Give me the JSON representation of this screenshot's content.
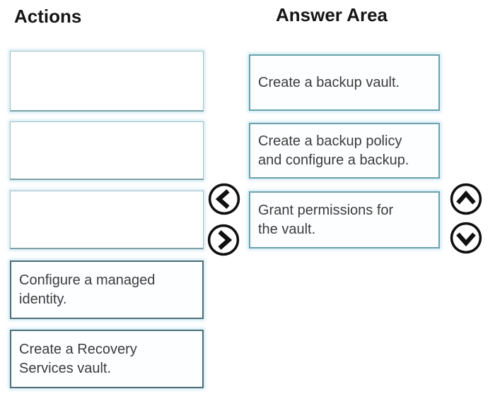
{
  "titles": {
    "actions": "Actions",
    "answer_area": "Answer Area"
  },
  "actions": {
    "empty_slot_count": 3,
    "cards": [
      {
        "lines": [
          "Configure a managed",
          "identity."
        ]
      },
      {
        "lines": [
          "Create a Recovery",
          "Services vault."
        ]
      }
    ]
  },
  "answer_area": {
    "cards": [
      {
        "lines": [
          "Create a backup vault.",
          ""
        ]
      },
      {
        "lines": [
          "Create a backup policy",
          "and configure a backup."
        ]
      },
      {
        "lines": [
          "Grant permissions for",
          "the vault."
        ]
      }
    ]
  },
  "controls": {
    "move_left_icon": "chevron-left",
    "move_right_icon": "chevron-right",
    "move_up_icon": "chevron-up",
    "move_down_icon": "chevron-down"
  },
  "colors": {
    "card_border_teal": "#6aa2ac",
    "card_border_dark": "#4d6e77",
    "empty_box_border": "#a3bfc3",
    "text_color": "#3c3c3c",
    "arrow_color": "#101010"
  }
}
